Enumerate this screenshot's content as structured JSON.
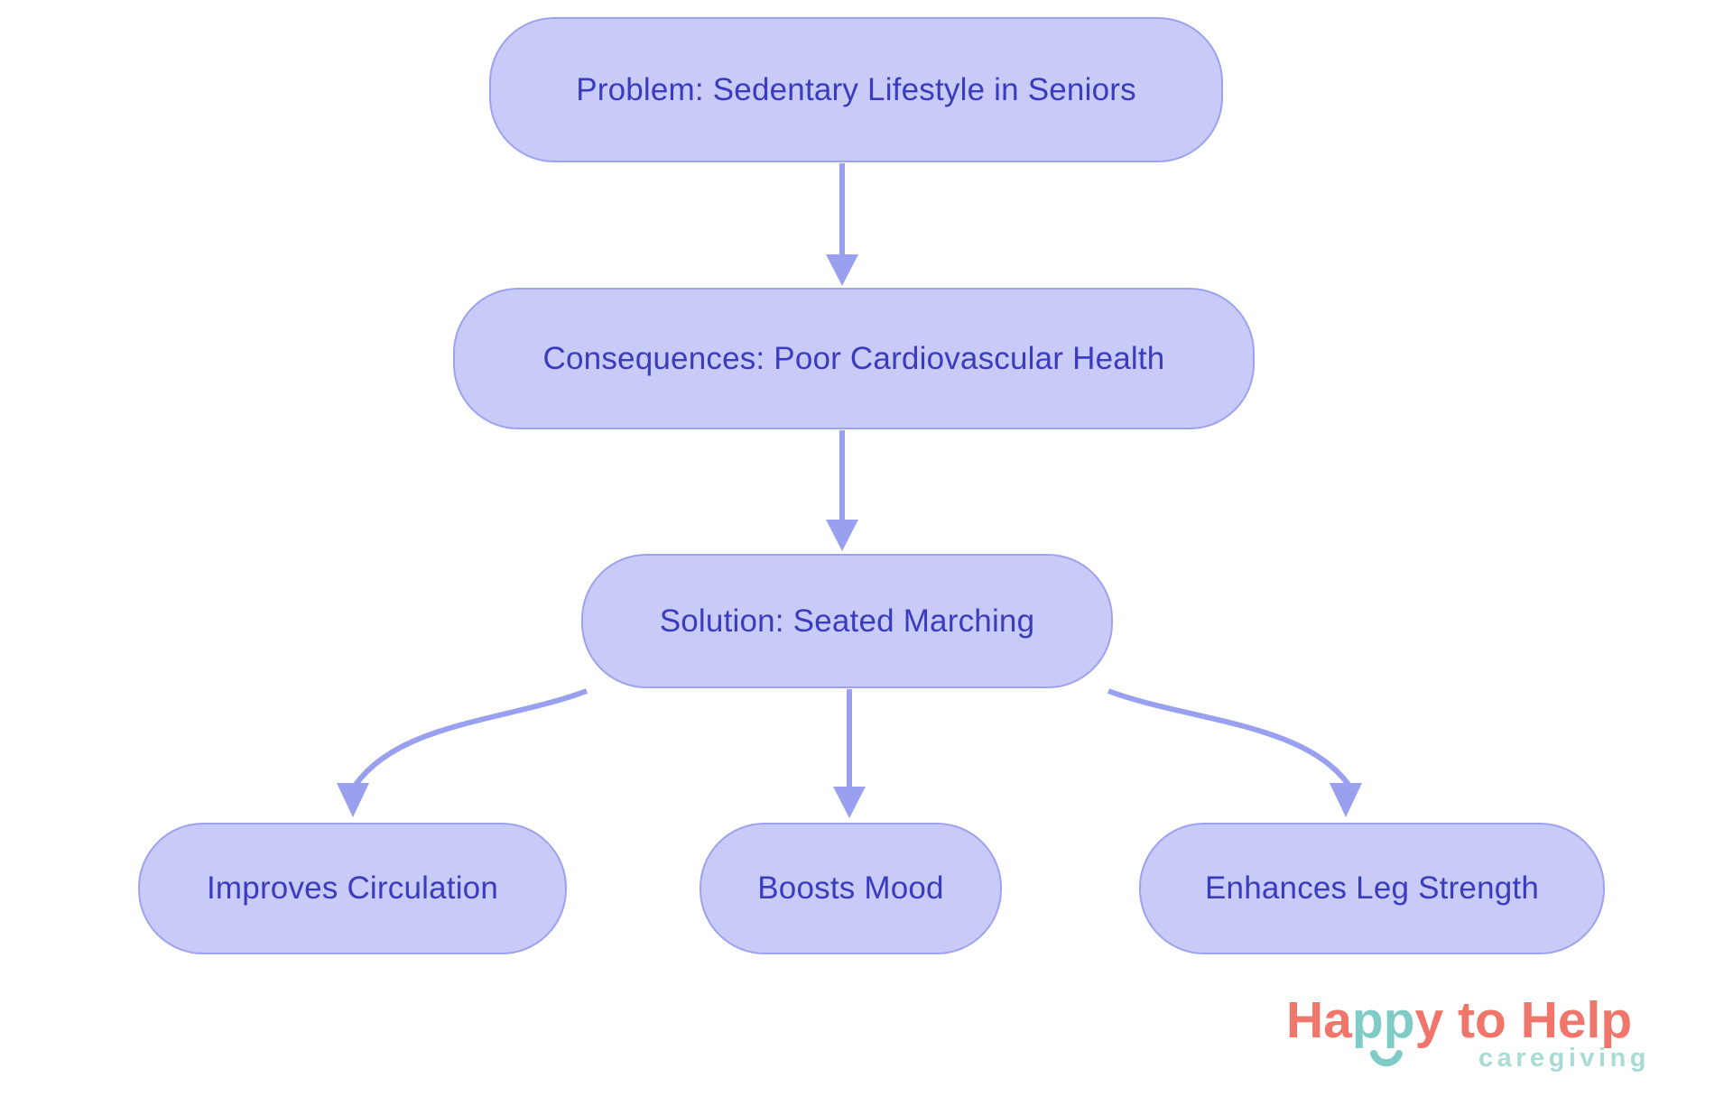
{
  "canvas": {
    "background": "#FFFFFF"
  },
  "diagram": {
    "type": "flowchart",
    "direction": "top-down",
    "node_fill": "#C8CAF8",
    "node_border": "#9CA2EE",
    "node_text_color": "#3B3BBE",
    "arrow_color": "#9AA0F0",
    "nodes": [
      {
        "id": "problem",
        "label": "Problem: Sedentary Lifestyle in Seniors"
      },
      {
        "id": "consequences",
        "label": "Consequences: Poor Cardiovascular Health"
      },
      {
        "id": "solution",
        "label": "Solution: Seated Marching"
      },
      {
        "id": "circulation",
        "label": "Improves Circulation"
      },
      {
        "id": "mood",
        "label": "Boosts Mood"
      },
      {
        "id": "strength",
        "label": "Enhances Leg Strength"
      }
    ],
    "edges": [
      {
        "from": "problem",
        "to": "consequences"
      },
      {
        "from": "consequences",
        "to": "solution"
      },
      {
        "from": "solution",
        "to": "circulation"
      },
      {
        "from": "solution",
        "to": "mood"
      },
      {
        "from": "solution",
        "to": "strength"
      }
    ]
  },
  "logo": {
    "word_part1": "Ha",
    "word_part2": "pp",
    "word_part3": "y to Help",
    "subtitle": "caregiving",
    "coral": "#F0756B",
    "teal": "#7FCBC5",
    "subtitle_color": "#A9DBD5",
    "smile_icon": "smile-arc-icon"
  }
}
